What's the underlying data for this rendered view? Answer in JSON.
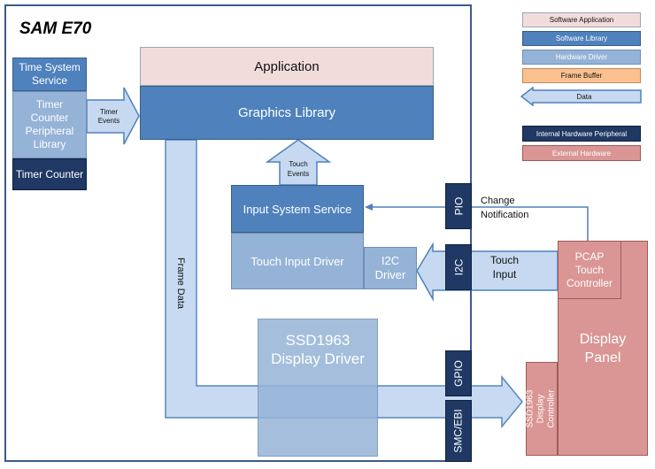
{
  "chip": {
    "title": "SAM E70"
  },
  "legend": {
    "software_application": "Software Application",
    "software_library": "Software Library",
    "hardware_driver": "Hardware Driver",
    "frame_buffer": "Frame Buffer",
    "data": "Data",
    "internal_hw_peripheral": "Internal Hardware Peripheral",
    "external_hardware": "External Hardware"
  },
  "blocks": {
    "time_system_service": "Time System Service",
    "timer_counter_peripheral_library": "Timer Counter Peripheral Library",
    "timer_counter": "Timer Counter",
    "application": "Application",
    "graphics_library": "Graphics Library",
    "input_system_service": "Input System Service",
    "touch_input_driver": "Touch Input Driver",
    "i2c_driver": "I2C Driver",
    "ssd1963_display_driver": "SSD1963 Display Driver",
    "pio": "PIO",
    "i2c": "I2C",
    "gpio": "GPIO",
    "smc_ebi": "SMC/EBI",
    "pcap_touch_controller": "PCAP Touch Controller",
    "display_panel": "Display Panel",
    "ssd1963_display_controller": "SSD1963 Display Controller"
  },
  "labels": {
    "timer_events": "Timer Events",
    "touch_events": "Touch Events",
    "frame_data": "Frame Data",
    "change_notification": "Change Notification",
    "touch_input": "Touch Input"
  },
  "colors": {
    "software_application": "#f2dcdb",
    "software_library": "#4f81bd",
    "hardware_driver": "#95b3d7",
    "frame_buffer": "#fac090",
    "data_arrow": "#c6d9f1",
    "internal_hw_peripheral": "#1f3864",
    "external_hardware": "#d99694"
  }
}
